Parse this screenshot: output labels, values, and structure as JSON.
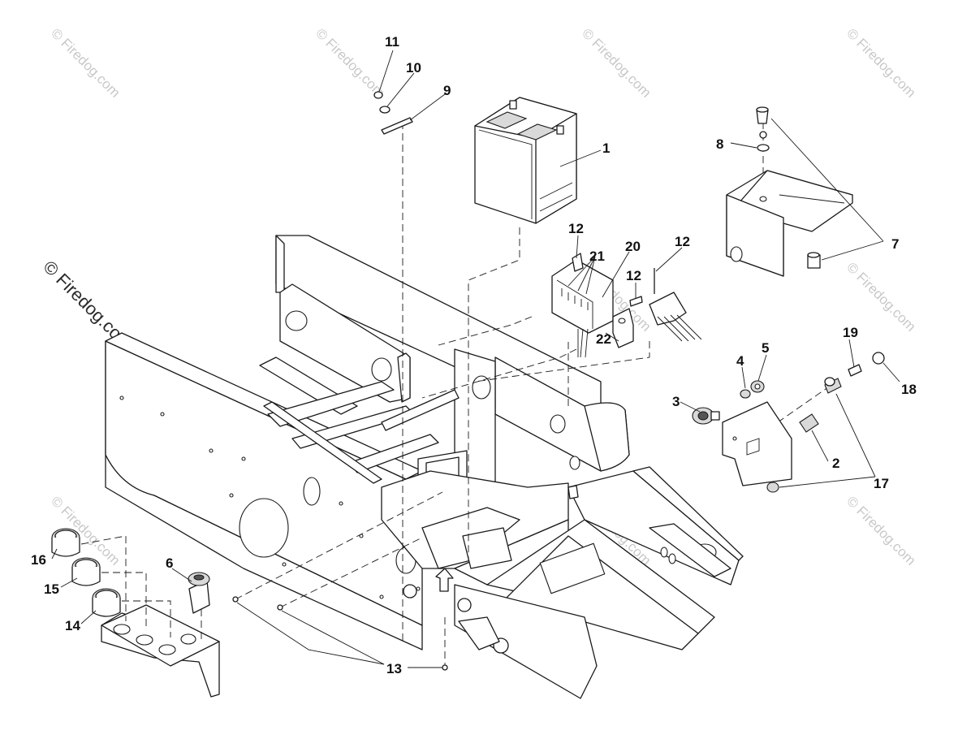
{
  "watermark": {
    "text": "© Firedog.com",
    "prominent_text": "© Firedog.com"
  },
  "callouts": {
    "c1": "1",
    "c2": "2",
    "c3": "3",
    "c4": "4",
    "c5": "5",
    "c6": "6",
    "c7": "7",
    "c8": "8",
    "c9": "9",
    "c10": "10",
    "c11": "11",
    "c12a": "12",
    "c12b": "12",
    "c12c": "12",
    "c13": "13",
    "c14": "14",
    "c15": "15",
    "c16": "16",
    "c17": "17",
    "c18": "18",
    "c19": "19",
    "c20": "20",
    "c21": "21",
    "c22": "22"
  },
  "colors": {
    "line": "#1a1a1a",
    "background": "#ffffff",
    "watermark": "#c8c8c8"
  }
}
